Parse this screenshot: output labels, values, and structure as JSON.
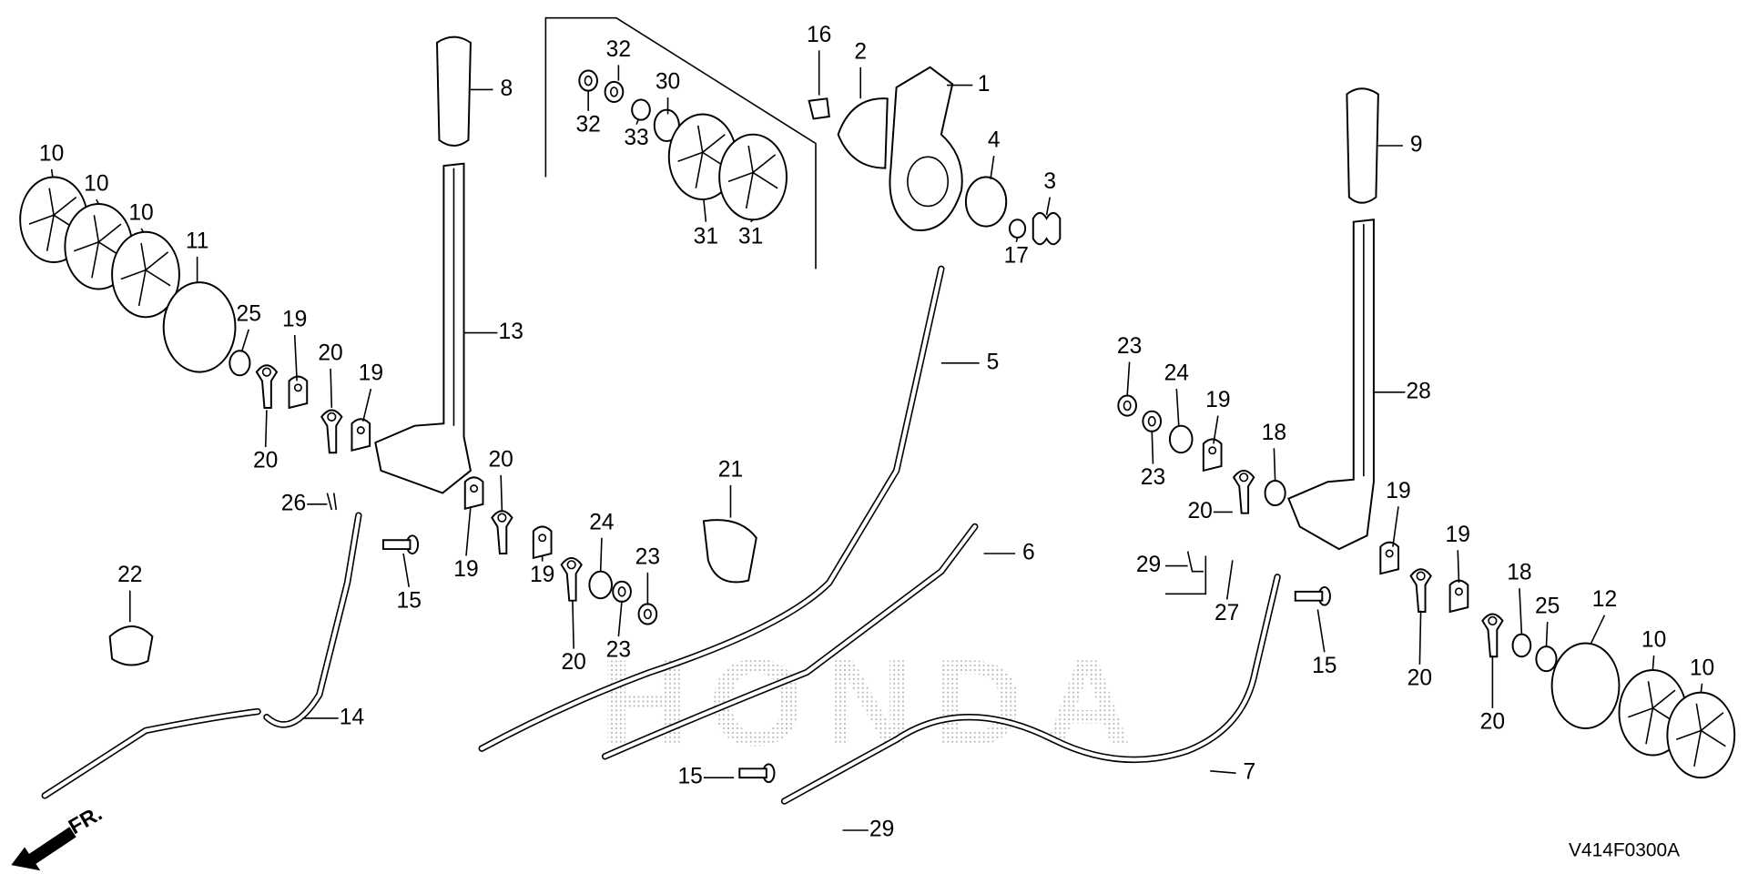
{
  "diagram": {
    "type": "exploded-parts-diagram",
    "diagram_code": "V414F0300A",
    "direction_label": "FR.",
    "watermark": "HONDA",
    "callouts": [
      "1",
      "2",
      "16",
      "32",
      "32",
      "30",
      "33",
      "31",
      "31",
      "4",
      "3",
      "17",
      "8",
      "9",
      "10",
      "10",
      "10",
      "11",
      "25",
      "19",
      "20",
      "19",
      "20",
      "13",
      "26",
      "15",
      "20",
      "19",
      "19",
      "24",
      "23",
      "23",
      "20",
      "22",
      "14",
      "21",
      "5",
      "6",
      "15",
      "29",
      "7",
      "23",
      "24",
      "19",
      "23",
      "18",
      "20",
      "28",
      "19",
      "29",
      "27",
      "15",
      "19",
      "20",
      "18",
      "25",
      "12",
      "10",
      "10",
      "20"
    ]
  }
}
